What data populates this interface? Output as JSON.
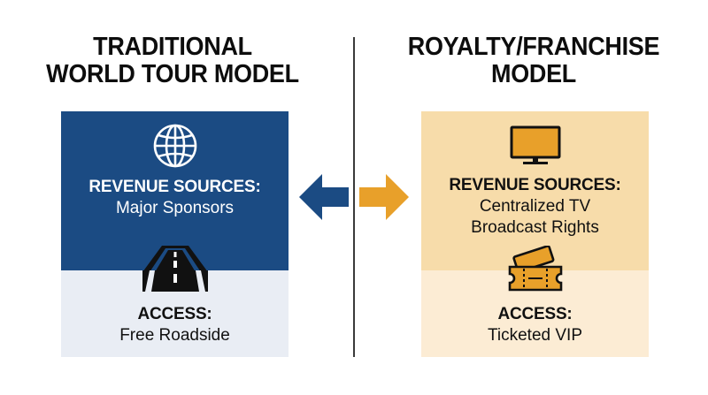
{
  "colors": {
    "traditional_primary": "#1b4b83",
    "traditional_light": "#e9edf4",
    "franchise_primary": "#f7dcaa",
    "franchise_light": "#fcecd4",
    "franchise_accent": "#e8a02a",
    "icon_outline": "#111111"
  },
  "left": {
    "title_line1": "TRADITIONAL",
    "title_line2": "WORLD TOUR MODEL",
    "revenue_heading": "REVENUE SOURCES:",
    "revenue_value": "Major Sponsors",
    "access_heading": "ACCESS:",
    "access_value": "Free Roadside",
    "revenue_icon": "globe-icon",
    "access_icon": "road-icon"
  },
  "right": {
    "title_line1": "ROYALTY/FRANCHISE",
    "title_line2": "MODEL",
    "revenue_heading": "REVENUE SOURCES:",
    "revenue_value_line1": "Centralized TV",
    "revenue_value_line2": "Broadcast Rights",
    "access_heading": "ACCESS:",
    "access_value": "Ticketed VIP",
    "revenue_icon": "tv-icon",
    "access_icon": "ticket-icon"
  },
  "arrows": {
    "left_arrow": "arrow-left-icon",
    "right_arrow": "arrow-right-icon"
  }
}
